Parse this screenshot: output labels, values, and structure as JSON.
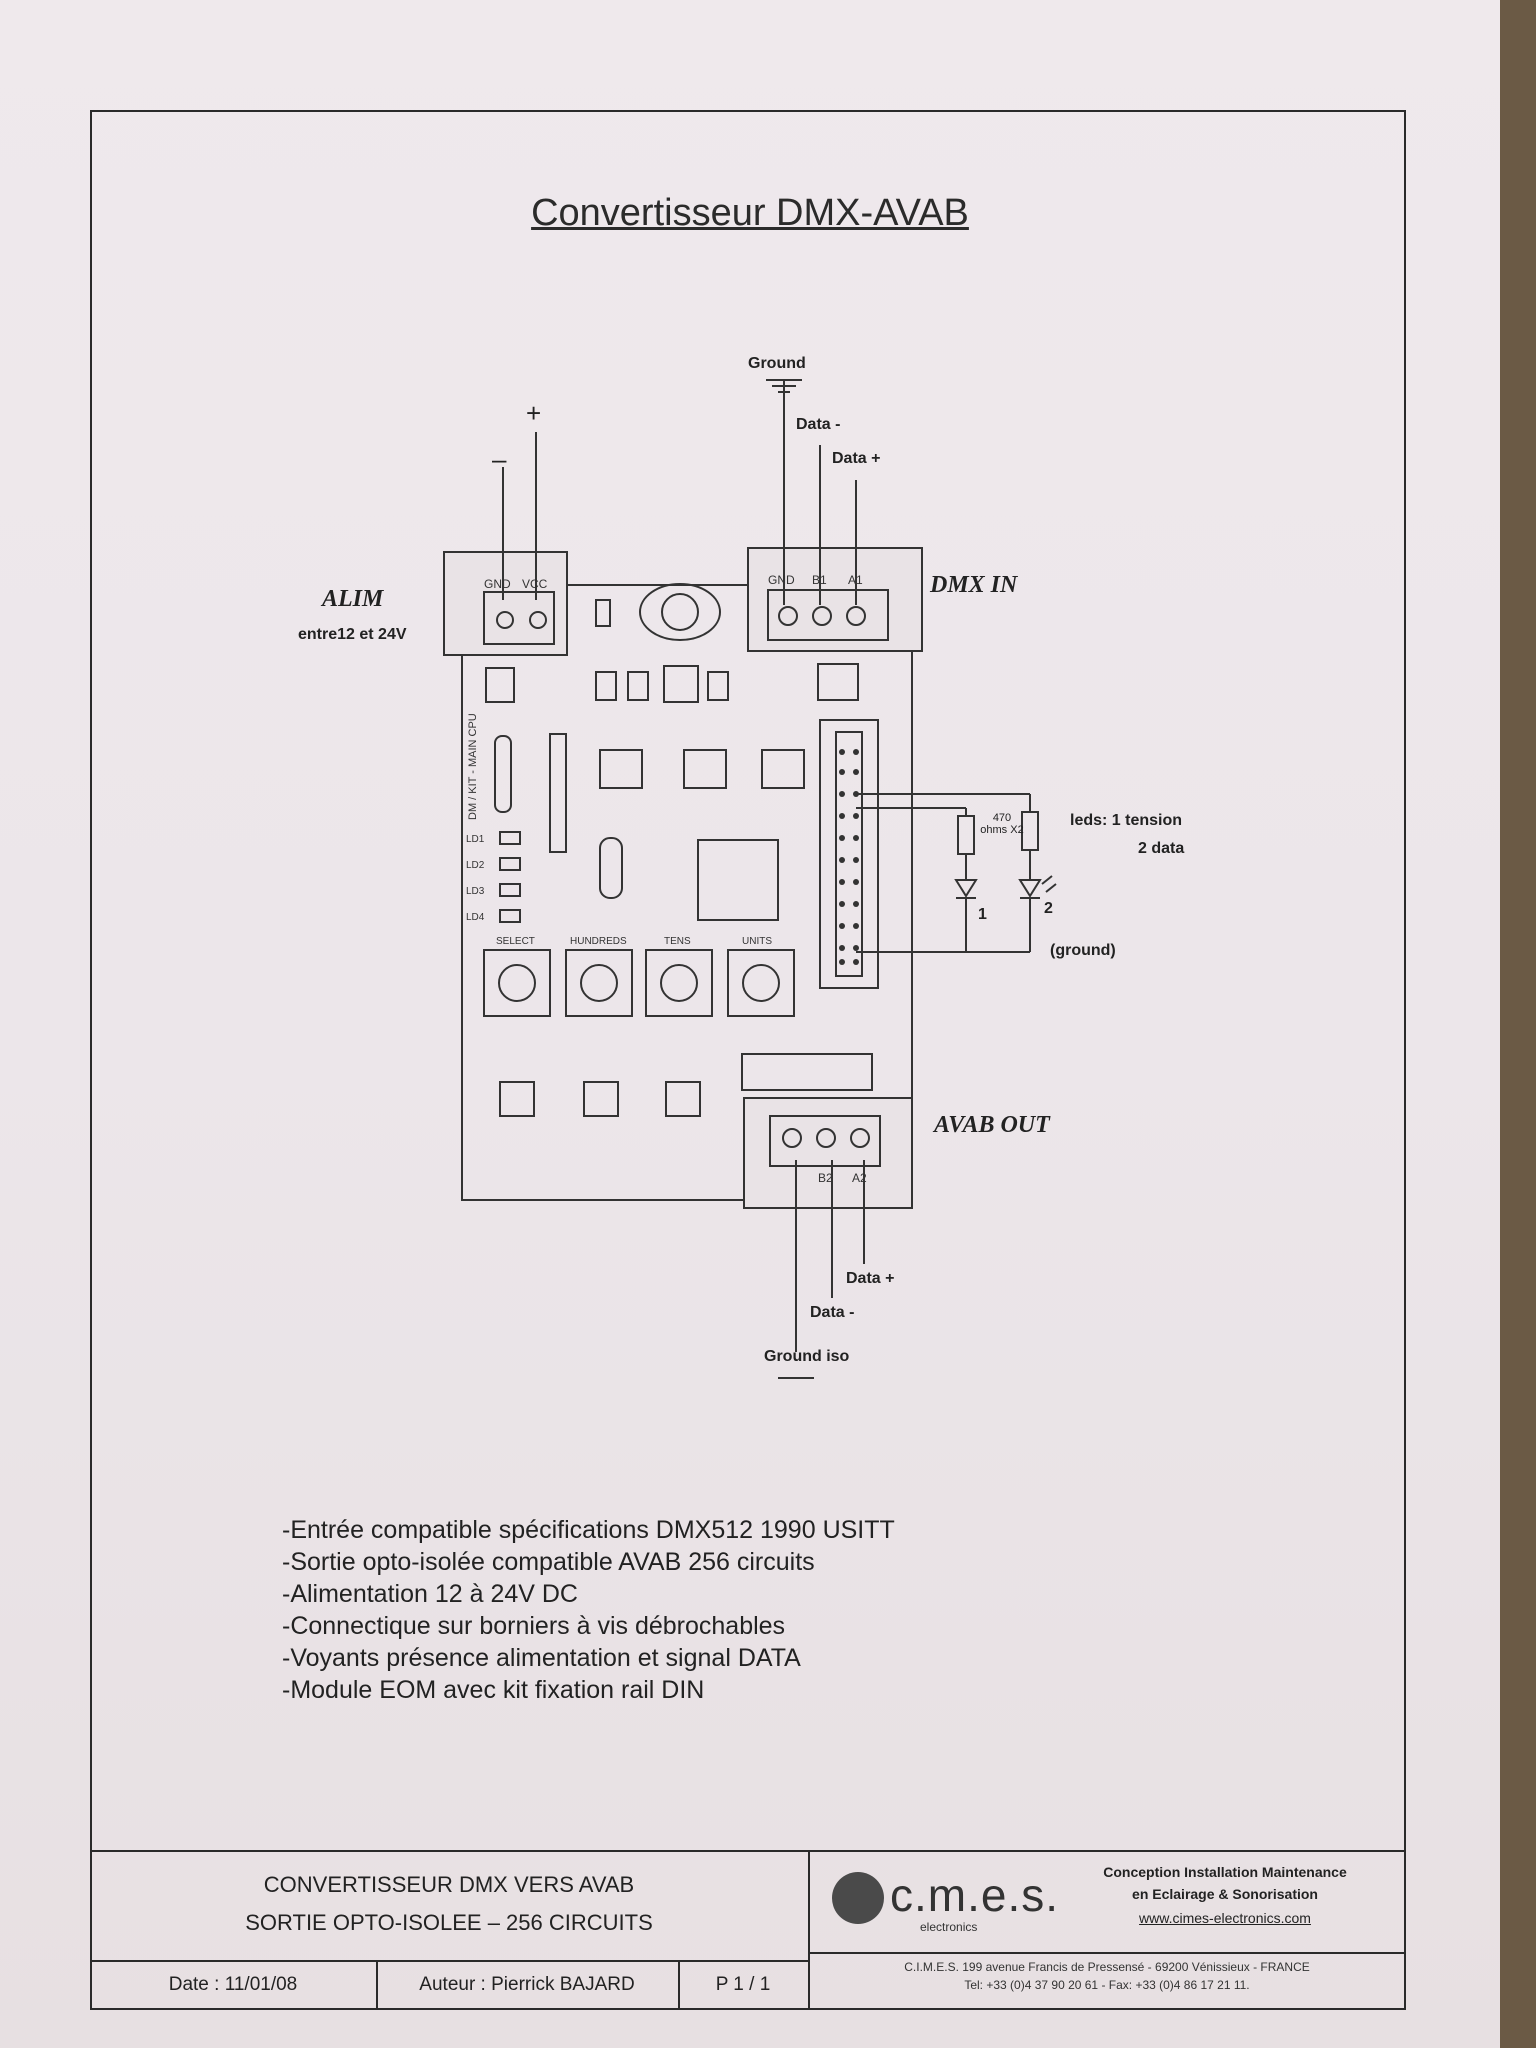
{
  "document": {
    "title": "Convertisseur DMX-AVAB"
  },
  "diagram": {
    "alim": {
      "label": "ALIM",
      "range": "entre12 et 24V",
      "minus": "–",
      "plus": "+",
      "pins": [
        "GND",
        "VCC"
      ]
    },
    "dmx_in": {
      "label": "DMX IN",
      "ground": "Ground",
      "data_minus": "Data -",
      "data_plus": "Data +",
      "pins": [
        "GND",
        "B1",
        "A1"
      ]
    },
    "avab_out": {
      "label": "AVAB OUT",
      "data_plus": "Data +",
      "data_minus": "Data -",
      "ground": "Ground iso",
      "pins": [
        "B2",
        "A2"
      ]
    },
    "leds": {
      "resistor": "470 ohms X2",
      "note_line1": "leds: 1 tension",
      "note_line2": "2 data",
      "led1": "1",
      "led2": "2",
      "ground": "(ground)"
    },
    "board_labels": {
      "select": "SELECT",
      "hundreds": "HUNDREDS",
      "tens": "TENS",
      "units": "UNITS",
      "side": "DM / KIT - MAIN CPU",
      "ld": [
        "LD1",
        "LD2",
        "LD3",
        "LD4"
      ]
    }
  },
  "features": [
    "-Entrée compatible spécifications DMX512 1990 USITT",
    "-Sortie opto-isolée compatible AVAB 256 circuits",
    "-Alimentation 12 à 24V DC",
    "-Connectique sur borniers à vis débrochables",
    "-Voyants présence alimentation et signal DATA",
    "-Module EOM avec kit fixation rail DIN"
  ],
  "title_block": {
    "line1": "CONVERTISSEUR DMX VERS AVAB",
    "line2": "SORTIE OPTO-ISOLEE – 256 CIRCUITS",
    "date": "Date : 11/01/08",
    "author": "Auteur : Pierrick BAJARD",
    "page": "P 1 / 1",
    "company_logo": "c.m.e.s.",
    "company_sub": "electronics",
    "tagline1": "Conception Installation Maintenance",
    "tagline2": "en Eclairage & Sonorisation",
    "website": "www.cimes-electronics.com",
    "address": "C.I.M.E.S. 199 avenue Francis de Pressensé - 69200 Vénissieux - FRANCE",
    "phone": "Tel: +33 (0)4 37 90 20 61 - Fax: +33 (0)4 86 17 21 11."
  }
}
